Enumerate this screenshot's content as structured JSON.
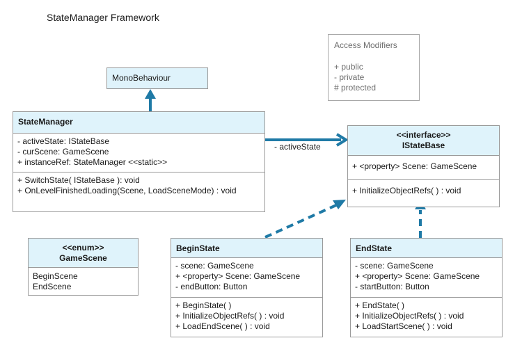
{
  "title": "StateManager Framework",
  "legend": {
    "title": "Access Modifiers",
    "items": [
      "+ public",
      "-  private",
      "# protected"
    ]
  },
  "classes": {
    "mono": {
      "name": "MonoBehaviour"
    },
    "state_manager": {
      "name": "StateManager",
      "attributes": [
        "-  activeState: IStateBase",
        "-  curScene: GameScene",
        "+ instanceRef: StateManager <<static>>"
      ],
      "methods": [
        "+ SwitchState( IStateBase ): void",
        "+ OnLevelFinishedLoading(Scene, LoadSceneMode) : void"
      ]
    },
    "istatebase": {
      "stereotype": "<<interface>>",
      "name": "IStateBase",
      "attributes": [
        "+ <property> Scene: GameScene"
      ],
      "methods": [
        "+ InitializeObjectRefs(  ) : void"
      ]
    },
    "gamescene": {
      "stereotype": "<<enum>>",
      "name": "GameScene",
      "values": [
        "BeginScene",
        "EndScene"
      ]
    },
    "beginstate": {
      "name": "BeginState",
      "attributes": [
        "-  scene: GameScene",
        "+  <property> Scene: GameScene",
        "- endButton: Button"
      ],
      "methods": [
        "+ BeginState( )",
        "+ InitializeObjectRefs(  ) : void",
        "+ LoadEndScene( ) : void"
      ]
    },
    "endstate": {
      "name": "EndState",
      "attributes": [
        "-  scene: GameScene",
        "+  <property> Scene: GameScene",
        "- startButton: Button"
      ],
      "methods": [
        "+ EndState( )",
        "+ InitializeObjectRefs(  ) : void",
        "+ LoadStartScene( ) : void"
      ]
    }
  },
  "relations": {
    "association_label": "- activeState"
  },
  "colors": {
    "arrow": "#1f7aa6",
    "header": "#dff3fb",
    "border": "#9a9a9a"
  }
}
